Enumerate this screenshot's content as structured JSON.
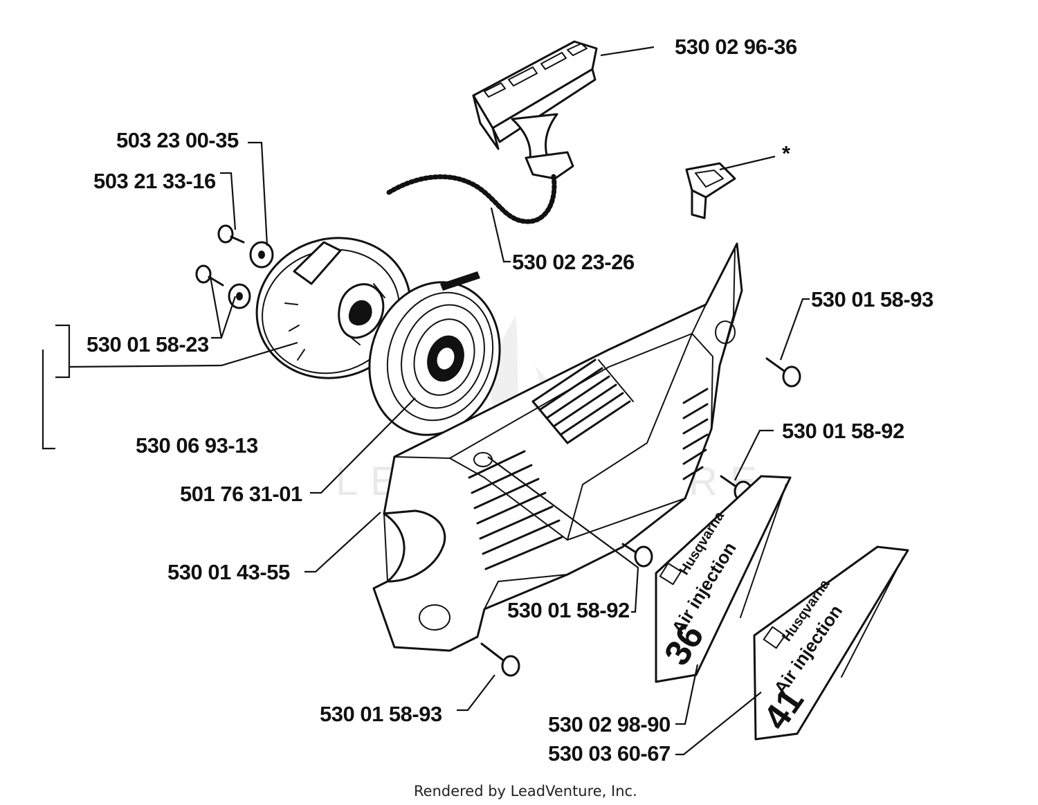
{
  "diagram": {
    "labels": {
      "handle": "530 02 96-36",
      "washer_top": "503 23 00-35",
      "screw_top": "503 21 33-16",
      "rope": "530 02 23-26",
      "star": "*",
      "pulley_screws": "530 01 58-23",
      "screw_right_top": "530 01 58-93",
      "assembly": "530 06 93-13",
      "screw_right_mid": "530 01 58-92",
      "spring": "501 76 31-01",
      "cover": "530 01 43-55",
      "screw_center": "530 01 58-92",
      "screw_bottom": "530 01 58-93",
      "decal_36": "530 02 98-90",
      "decal_41": "530 03 60-67"
    },
    "decals": {
      "brand": "Husqvarna",
      "sub": "Air injection",
      "model_a": "36",
      "model_b": "41"
    },
    "watermark": "LEADVENTURE",
    "footer": "Rendered by LeadVenture, Inc."
  }
}
